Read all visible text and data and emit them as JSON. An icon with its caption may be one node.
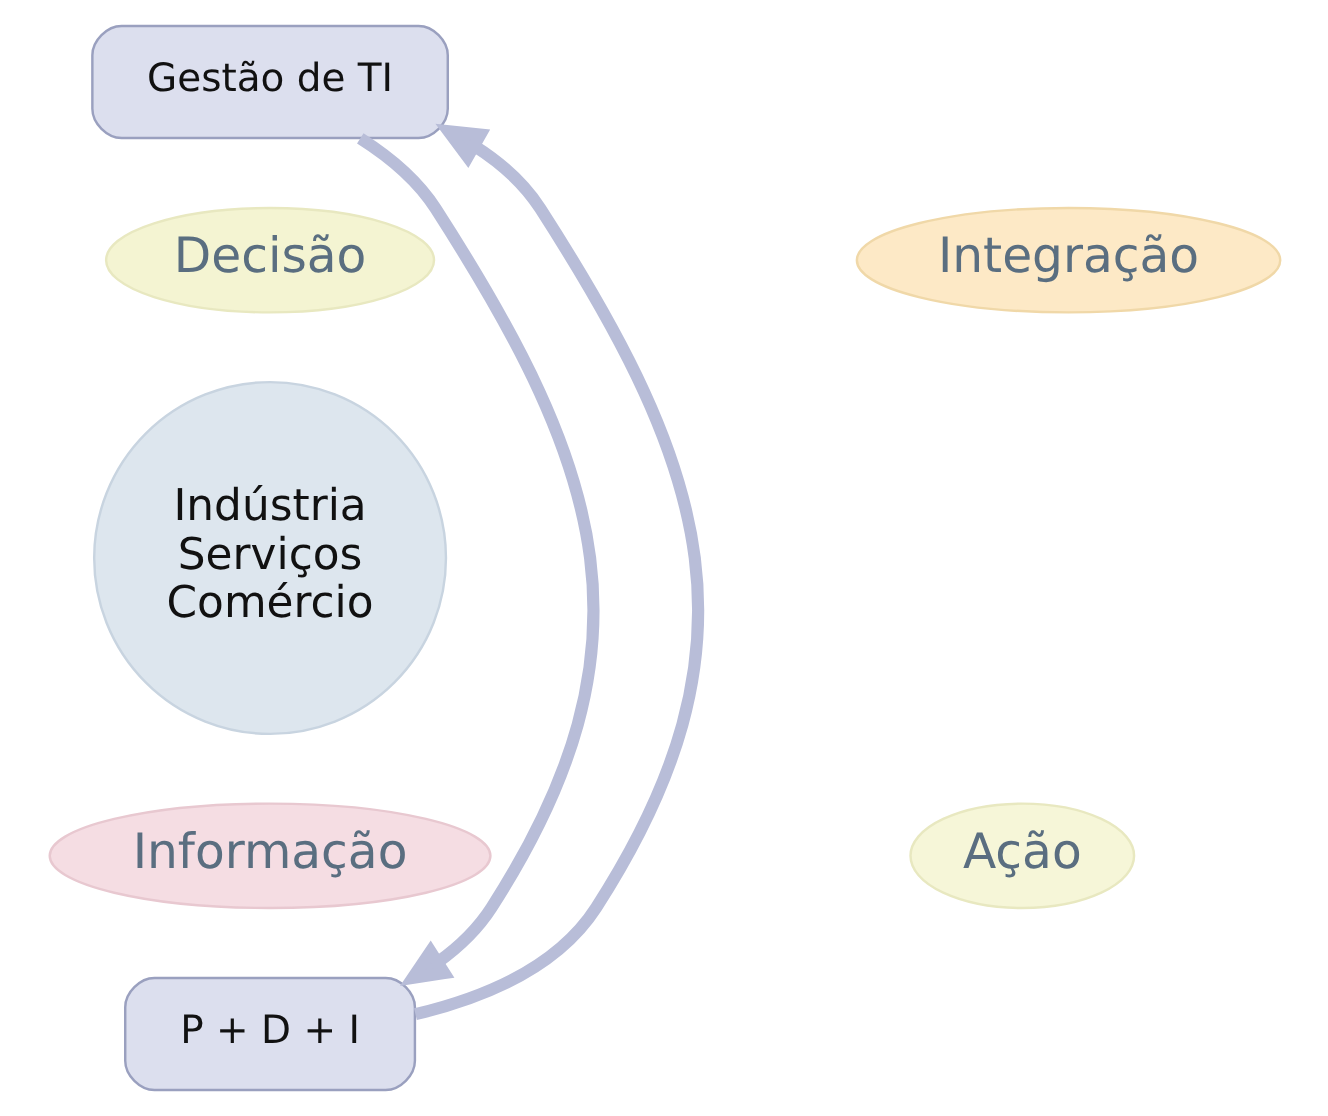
{
  "diagram": {
    "nodes": [
      {
        "text": [
          "Gestão de TI"
        ]
      },
      {
        "text": [
          "Decisão"
        ]
      },
      {
        "text": [
          "Integração"
        ]
      },
      {
        "text": [
          "Indústria Serviços Comércio"
        ]
      },
      {
        "text": [
          "Informação"
        ]
      },
      {
        "text": [
          "Ação"
        ]
      },
      {
        "text": [
          "P + D + I"
        ]
      }
    ],
    "edges": [
      {
        "from": 0,
        "to": 6,
        "arrow": "to"
      },
      {
        "from": 6,
        "to": 0,
        "arrow": "to"
      }
    ]
  }
}
